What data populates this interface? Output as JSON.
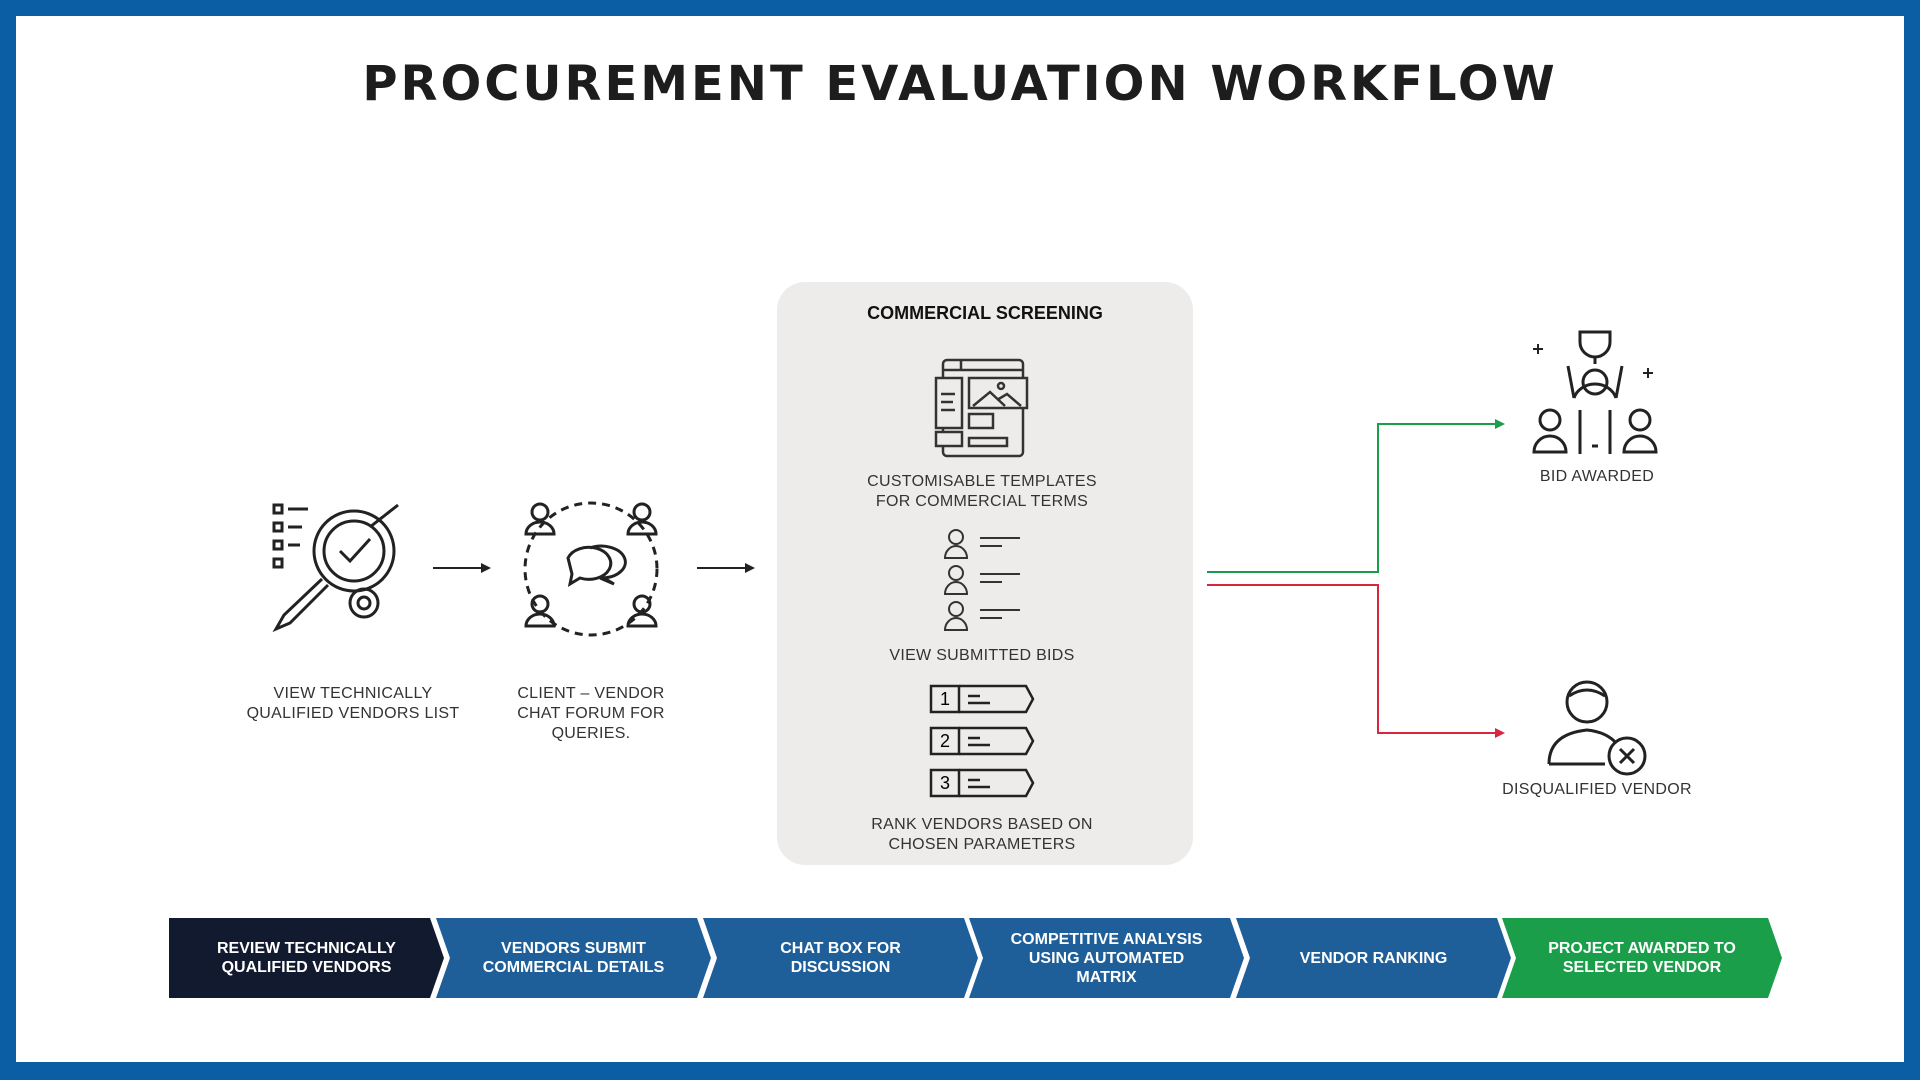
{
  "title": "PROCUREMENT EVALUATION WORKFLOW",
  "steps": {
    "view_vendors": "VIEW TECHNICALLY QUALIFIED VENDORS LIST",
    "chat_forum": "CLIENT – VENDOR CHAT FORUM FOR QUERIES."
  },
  "screening": {
    "title": "COMMERCIAL SCREENING",
    "templates": "CUSTOMISABLE TEMPLATES FOR COMMERCIAL TERMS",
    "bids": "VIEW SUBMITTED BIDS",
    "rank_numbers": [
      "1",
      "2",
      "3"
    ],
    "rank": "RANK VENDORS BASED ON CHOSEN PARAMETERS"
  },
  "outcomes": {
    "awarded": "BID AWARDED",
    "disqualified": "DISQUALIFIED VENDOR"
  },
  "pipeline": [
    {
      "label": "REVIEW TECHNICALLY QUALIFIED VENDORS",
      "color": "#111a2e"
    },
    {
      "label": "VENDORS SUBMIT COMMERCIAL DETAILS",
      "color": "#1f5f99"
    },
    {
      "label": "CHAT BOX FOR DISCUSSION",
      "color": "#1f5f99"
    },
    {
      "label": "COMPETITIVE ANALYSIS USING AUTOMATED MATRIX",
      "color": "#1f5f99"
    },
    {
      "label": "VENDOR RANKING",
      "color": "#1f5f99"
    },
    {
      "label": "PROJECT AWARDED TO SELECTED VENDOR",
      "color": "#1a9e4a"
    }
  ],
  "colors": {
    "accept": "#1a9e4a",
    "reject": "#d7263d",
    "border": "#0b5ea3"
  }
}
